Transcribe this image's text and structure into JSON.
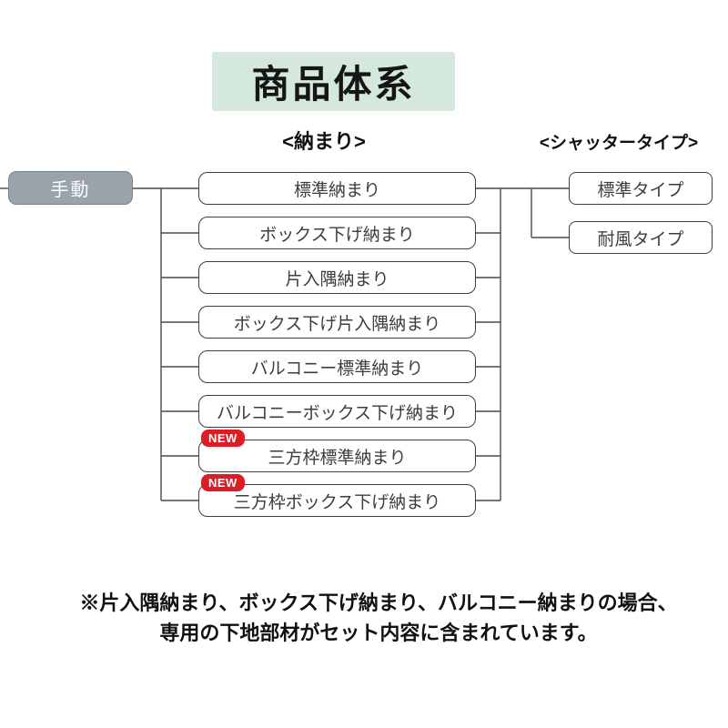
{
  "title": "商品体系",
  "headers": {
    "nakamari": "<納まり>",
    "shutter": "<シャッタータイプ>"
  },
  "root": {
    "label": "手動"
  },
  "nakamari_items": [
    {
      "label": "標準納まり"
    },
    {
      "label": "ボックス下げ納まり"
    },
    {
      "label": "片入隅納まり"
    },
    {
      "label": "ボックス下げ片入隅納まり"
    },
    {
      "label": "バルコニー標準納まり"
    },
    {
      "label": "バルコニーボックス下げ納まり"
    },
    {
      "label": "三方枠標準納まり",
      "badge": "NEW"
    },
    {
      "label": "三方枠ボックス下げ納まり",
      "badge": "NEW"
    }
  ],
  "shutter_items": [
    {
      "label": "標準タイプ"
    },
    {
      "label": "耐風タイプ"
    }
  ],
  "footnote": {
    "line1": "※片入隅納まり、ボックス下げ納まり、バルコニー納まりの場合、",
    "line2": "専用の下地部材がセット内容に含まれています。"
  },
  "colors": {
    "title_bg": "#d4e8dc",
    "root_bg": "#9aa2aa",
    "badge_bg": "#dd1c26",
    "line": "#4a4a4a",
    "box_border": "#3f3f3f"
  }
}
